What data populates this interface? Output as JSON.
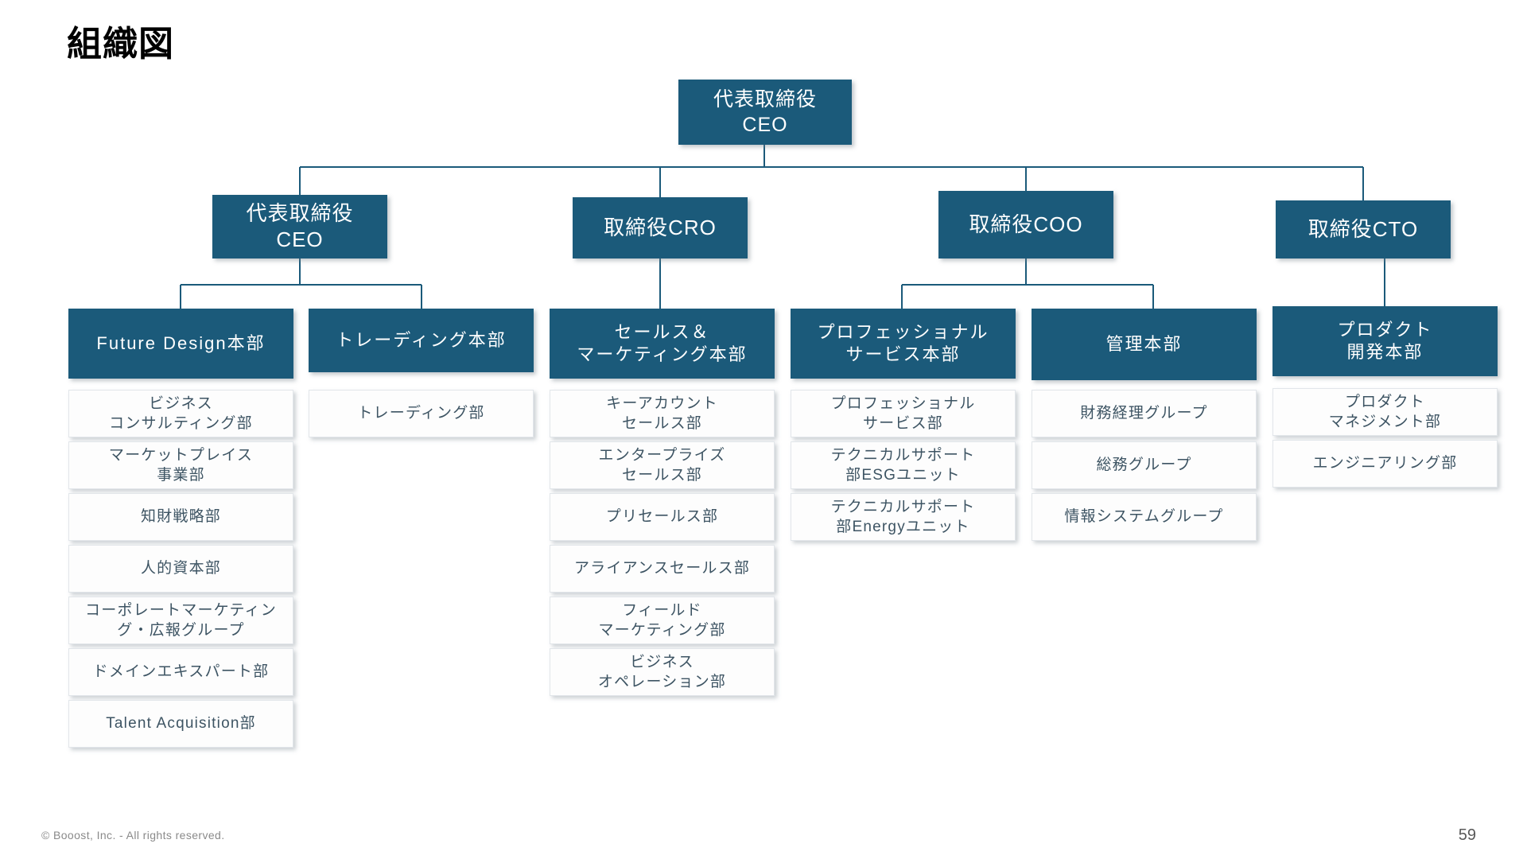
{
  "page_title": "組織図",
  "theme": {
    "exec_box_color": "#1B5A7A",
    "exec_text_color": "#FFFFFF",
    "dept_box_color": "#FDFDFD",
    "dept_text_color": "#3D5463",
    "connector_color": "#1B5A7A",
    "background": "#FFFFFF"
  },
  "org": {
    "root": {
      "line1": "代表取締役",
      "line2": "CEO"
    },
    "executives": [
      {
        "line1": "代表取締役",
        "line2": "CEO"
      },
      {
        "line1": "取締役CRO",
        "line2": ""
      },
      {
        "line1": "取締役COO",
        "line2": ""
      },
      {
        "line1": "取締役CTO",
        "line2": ""
      }
    ],
    "divisions": [
      {
        "line1": "Future Design本部",
        "line2": ""
      },
      {
        "line1": "トレーディング本部",
        "line2": ""
      },
      {
        "line1": "セールス＆",
        "line2": "マーケティング本部"
      },
      {
        "line1": "プロフェッショナル",
        "line2": "サービス本部"
      },
      {
        "line1": "管理本部",
        "line2": ""
      },
      {
        "line1": "プロダクト",
        "line2": "開発本部"
      }
    ],
    "departments": [
      [
        {
          "line1": "ビジネス",
          "line2": "コンサルティング部"
        },
        {
          "line1": "マーケットプレイス",
          "line2": "事業部"
        },
        {
          "line1": "知財戦略部",
          "line2": ""
        },
        {
          "line1": "人的資本部",
          "line2": ""
        },
        {
          "line1": "コーポレートマーケティン",
          "line2": "グ・広報グループ"
        },
        {
          "line1": "ドメインエキスパート部",
          "line2": ""
        },
        {
          "line1": "Talent Acquisition部",
          "line2": ""
        }
      ],
      [
        {
          "line1": "トレーディング部",
          "line2": ""
        }
      ],
      [
        {
          "line1": "キーアカウント",
          "line2": "セールス部"
        },
        {
          "line1": "エンタープライズ",
          "line2": "セールス部"
        },
        {
          "line1": "プリセールス部",
          "line2": ""
        },
        {
          "line1": "アライアンスセールス部",
          "line2": ""
        },
        {
          "line1": "フィールド",
          "line2": "マーケティング部"
        },
        {
          "line1": "ビジネス",
          "line2": "オペレーション部"
        }
      ],
      [
        {
          "line1": "プロフェッショナル",
          "line2": "サービス部"
        },
        {
          "line1": "テクニカルサポート",
          "line2": "部ESGユニット"
        },
        {
          "line1": "テクニカルサポート",
          "line2": "部Energyユニット"
        }
      ],
      [
        {
          "line1": "財務経理グループ",
          "line2": ""
        },
        {
          "line1": "総務グループ",
          "line2": ""
        },
        {
          "line1": "情報システムグループ",
          "line2": ""
        }
      ],
      [
        {
          "line1": "プロダクト",
          "line2": "マネジメント部"
        },
        {
          "line1": "エンジニアリング部",
          "line2": ""
        }
      ]
    ]
  },
  "footer": {
    "copyright": "© Booost, Inc. - All rights reserved.",
    "page_number": "59"
  }
}
